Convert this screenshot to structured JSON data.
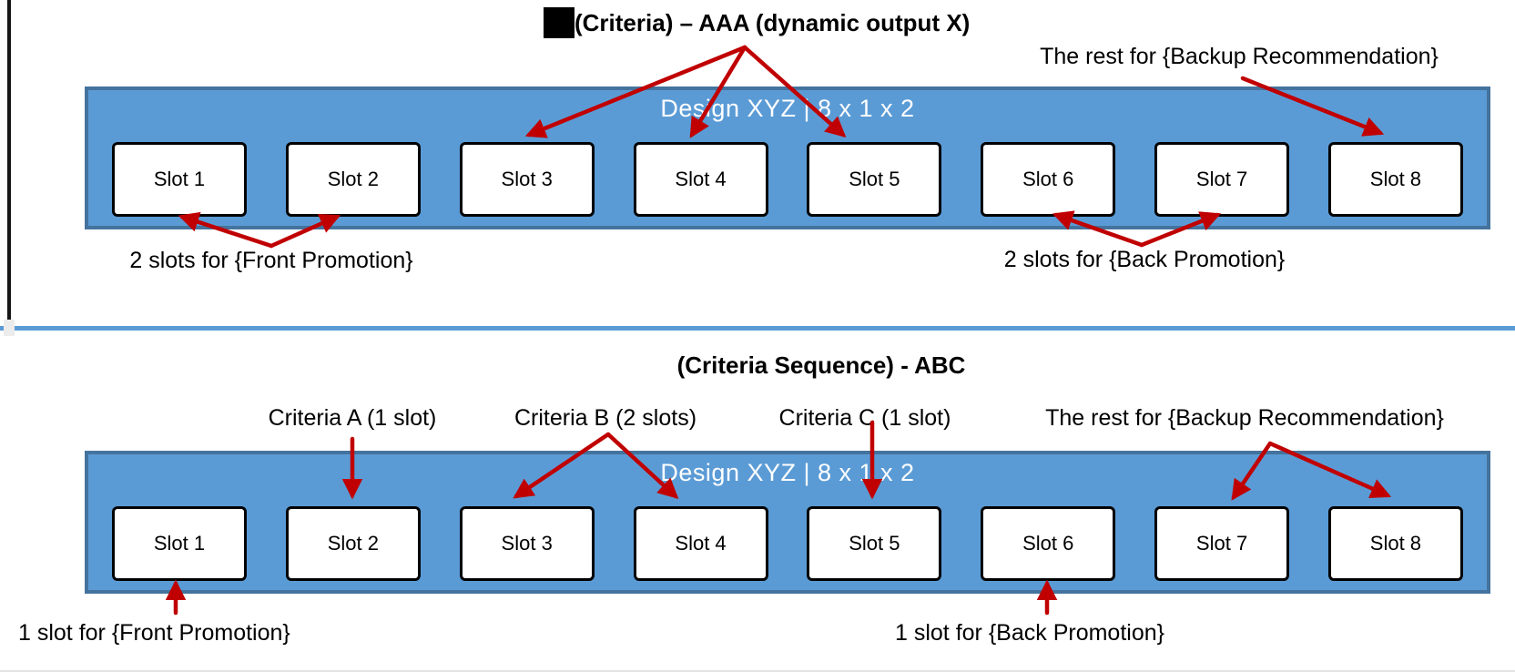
{
  "top": {
    "title": "(Criteria) – AAA (dynamic output X)",
    "backup_label": "The rest for {Backup Recommendation}",
    "banner_title": "Design XYZ | 8 x 1 x 2",
    "slots": [
      "Slot 1",
      "Slot 2",
      "Slot 3",
      "Slot 4",
      "Slot 5",
      "Slot 6",
      "Slot 7",
      "Slot 8"
    ],
    "front_label": "2 slots for {Front Promotion}",
    "back_label": "2 slots for {Back Promotion}"
  },
  "bottom": {
    "title": "(Criteria Sequence) - ABC",
    "criteria_a_label": "Criteria A (1 slot)",
    "criteria_b_label": "Criteria B (2 slots)",
    "criteria_c_label": "Criteria C (1 slot)",
    "backup_label": "The rest for {Backup Recommendation}",
    "banner_title": "Design XYZ | 8 x 1 x 2",
    "slots": [
      "Slot 1",
      "Slot 2",
      "Slot 3",
      "Slot 4",
      "Slot 5",
      "Slot 6",
      "Slot 7",
      "Slot 8"
    ],
    "front_label": "1 slot for {Front Promotion}",
    "back_label": "1 slot for {Back Promotion}"
  },
  "colors": {
    "banner_fill": "#5b9bd5",
    "banner_border": "#44739e",
    "banner_text": "#ffffff",
    "arrow": "#c00000",
    "slot_fill": "#ffffff",
    "slot_border": "#000000"
  }
}
